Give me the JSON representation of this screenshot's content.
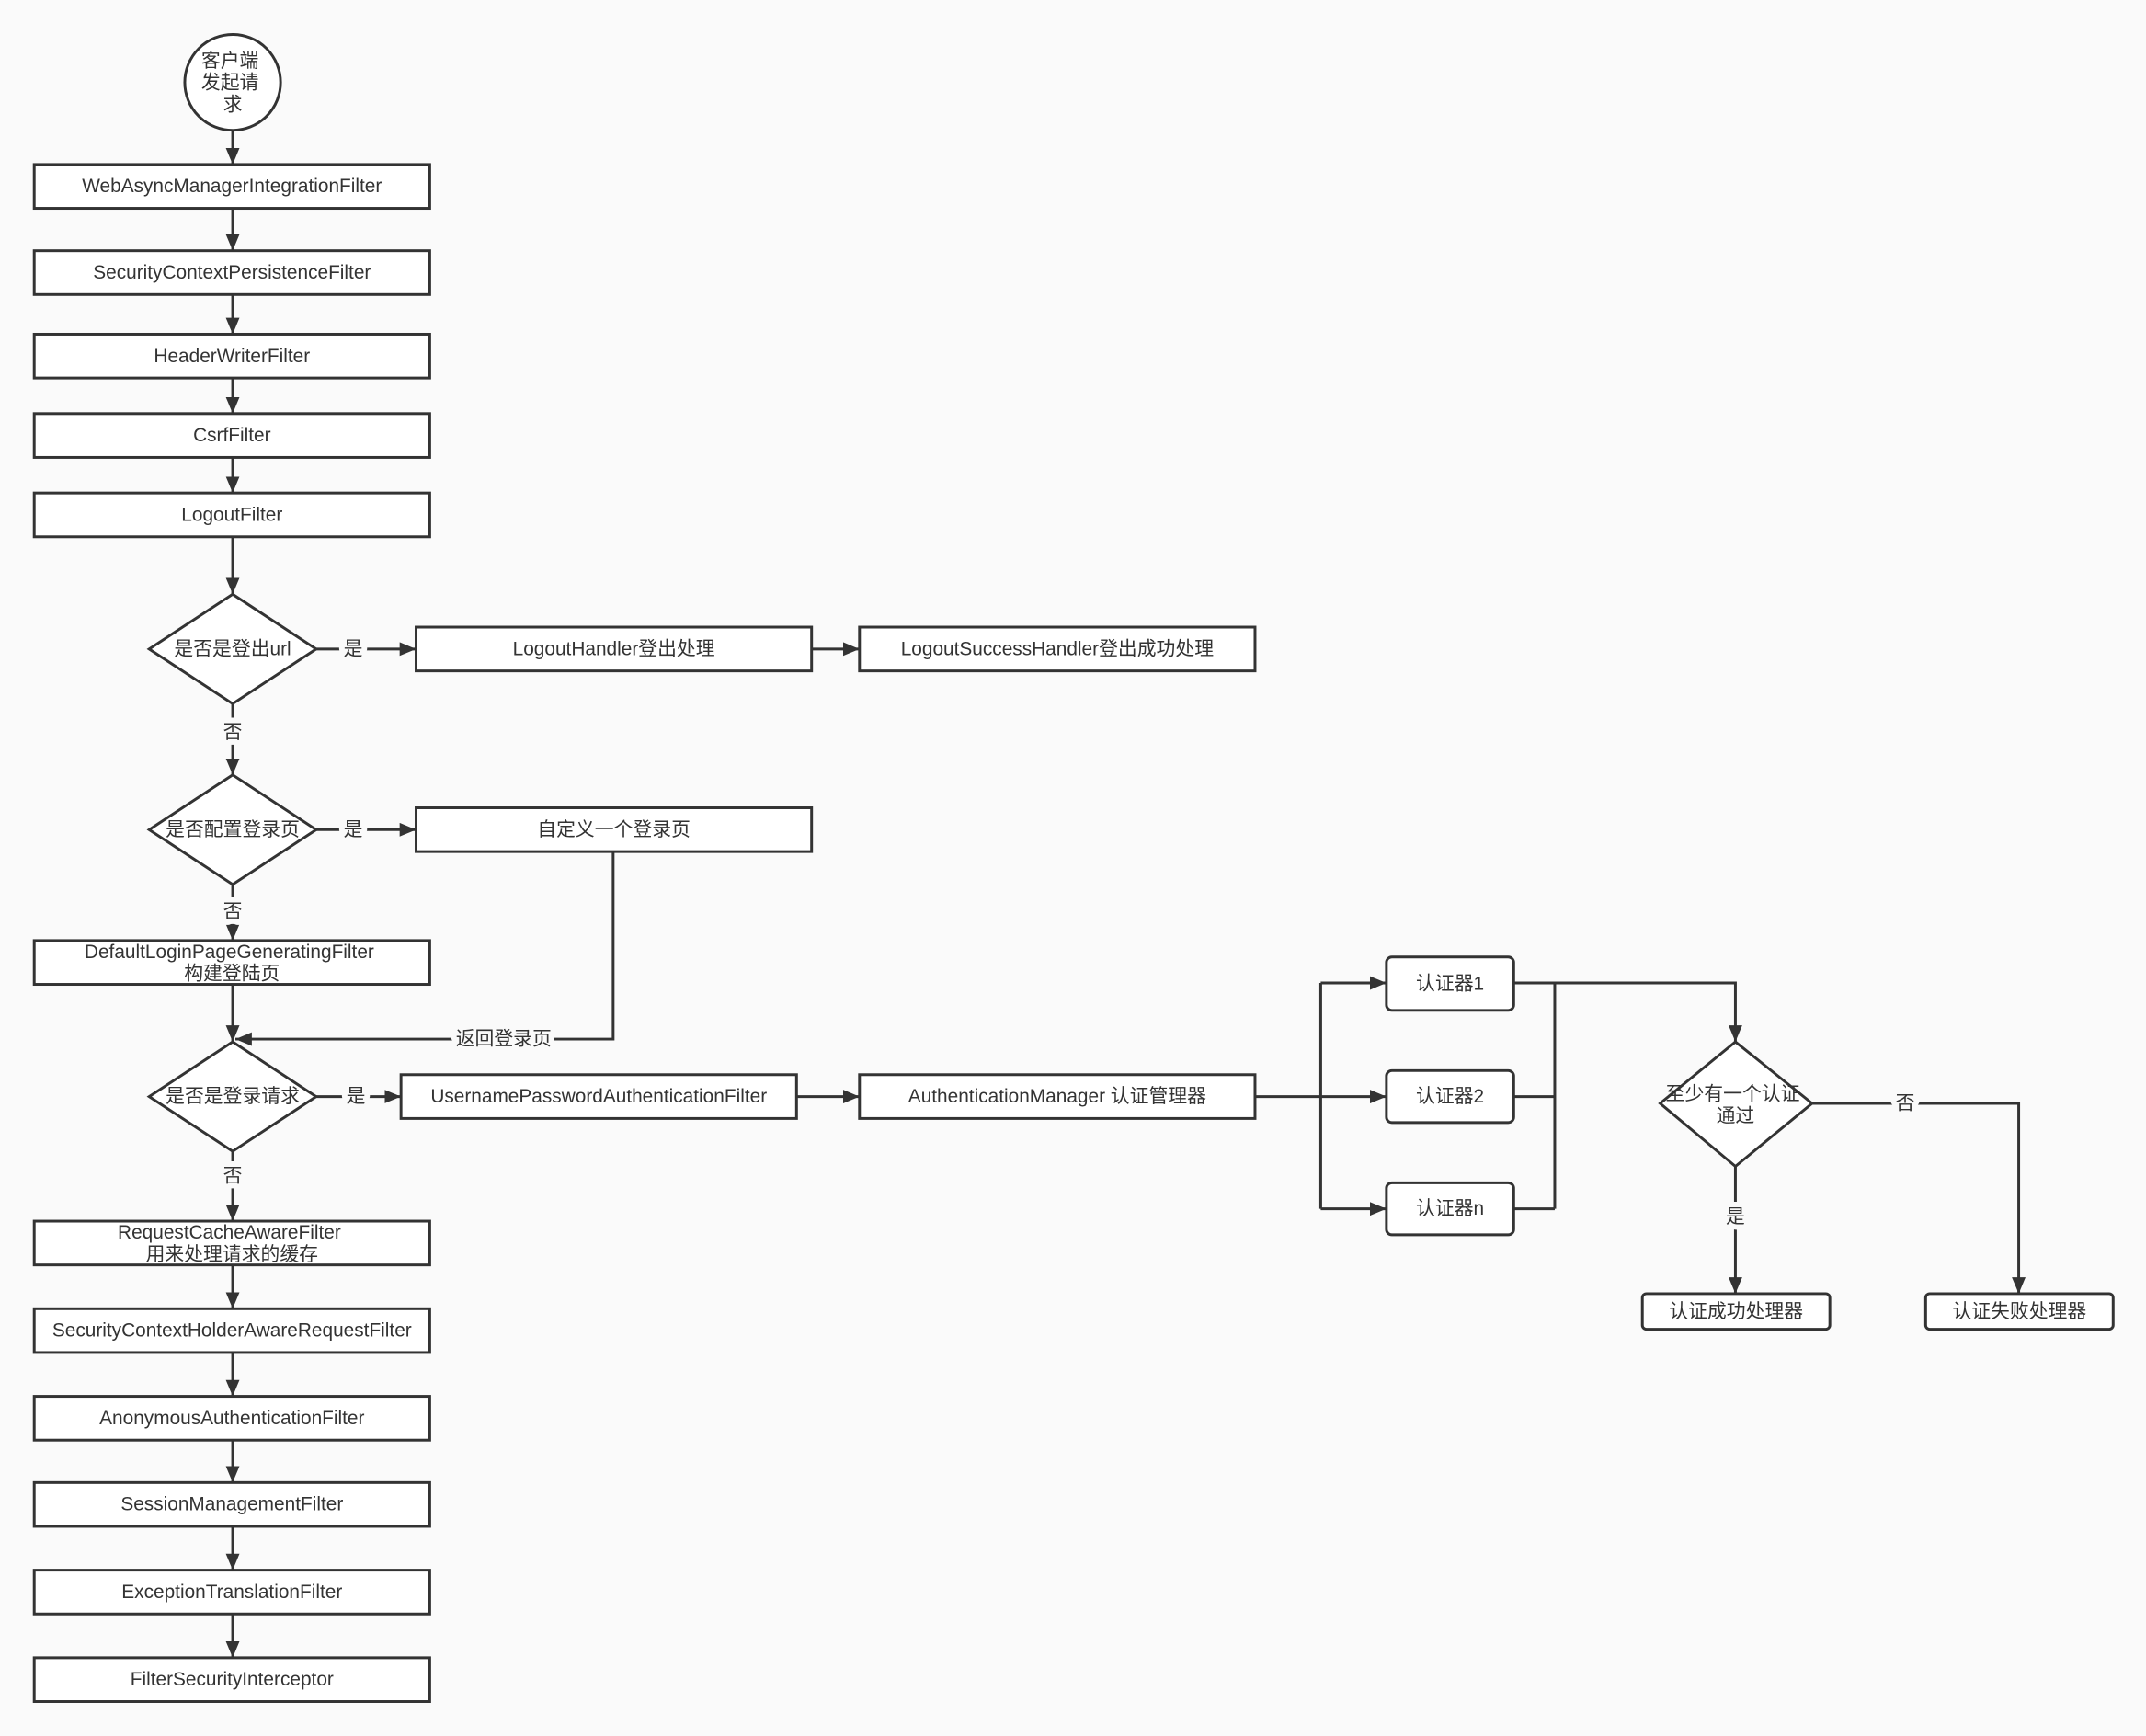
{
  "nodes": {
    "start": [
      "客户端",
      "发起请",
      "求"
    ],
    "web_async": "WebAsyncManagerIntegrationFilter",
    "security_context_persistence": "SecurityContextPersistenceFilter",
    "header_writer": "HeaderWriterFilter",
    "csrf": "CsrfFilter",
    "logout_filter": "LogoutFilter",
    "is_logout_url": "是否是登出url",
    "logout_handler": "LogoutHandler登出处理",
    "logout_success_handler": "LogoutSuccessHandler登出成功处理",
    "is_login_page_configured": "是否配置登录页",
    "custom_login_page": "自定义一个登录页",
    "default_login_page": [
      "DefaultLoginPageGeneratingFilter",
      "构建登陆页"
    ],
    "is_login_request": "是否是登录请求",
    "username_password_filter": "UsernamePasswordAuthenticationFilter",
    "authentication_manager": "AuthenticationManager 认证管理器",
    "authenticator_1": "认证器1",
    "authenticator_2": "认证器2",
    "authenticator_n": "认证器n",
    "at_least_one_passed": [
      "至少有一个认证",
      "通过"
    ],
    "success_handler": "认证成功处理器",
    "failure_handler": "认证失败处理器",
    "request_cache": [
      "RequestCacheAwareFilter",
      "用来处理请求的缓存"
    ],
    "holder_aware": "SecurityContextHolderAwareRequestFilter",
    "anonymous": "AnonymousAuthenticationFilter",
    "session_management": "SessionManagementFilter",
    "exception_translation": "ExceptionTranslationFilter",
    "filter_security_interceptor": "FilterSecurityInterceptor"
  },
  "edge_labels": {
    "logout_yes": "是",
    "logout_no": "否",
    "login_page_yes": "是",
    "login_page_no": "否",
    "return_login_page": "返回登录页",
    "login_request_yes": "是",
    "login_request_no": "否",
    "auth_yes": "是",
    "auth_no": "否"
  }
}
